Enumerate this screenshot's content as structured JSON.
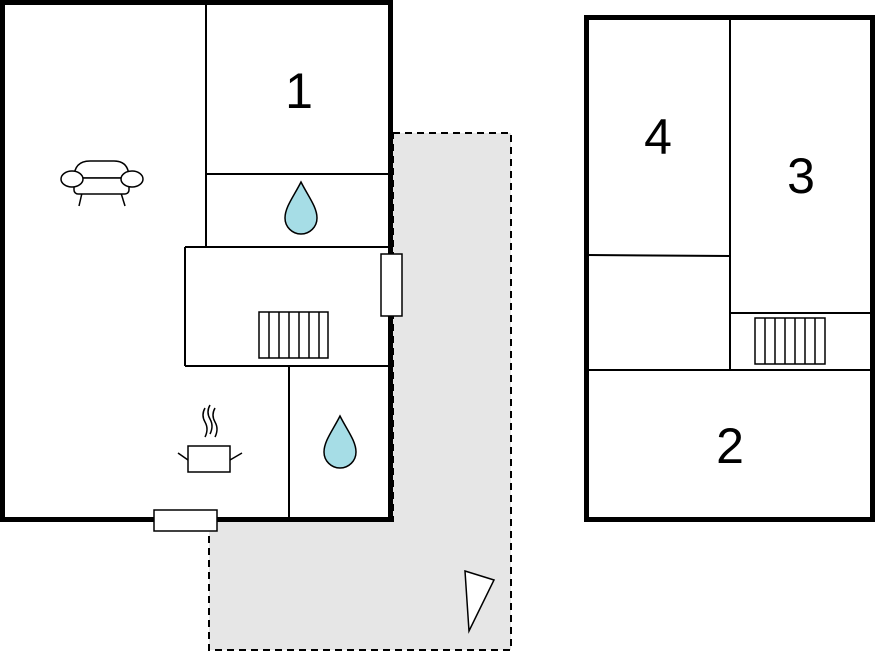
{
  "colors": {
    "background": "#ffffff",
    "wall": "#000000",
    "terrace_fill": "#e6e6e6",
    "terrace_outline": "#000000",
    "water_drop": "#a6dde6"
  },
  "ground_floor": {
    "room_labels": [
      "1"
    ],
    "icons": [
      "sofa-icon",
      "water-drop-icon",
      "stairs-icon",
      "cooking-pot-icon",
      "water-drop-icon"
    ],
    "elements": [
      "door",
      "window",
      "terrace"
    ]
  },
  "upper_floor": {
    "room_labels": [
      "4",
      "3",
      "2"
    ],
    "icons": [
      "stairs-icon"
    ]
  },
  "compass": {
    "icon": "north-arrow-icon"
  }
}
